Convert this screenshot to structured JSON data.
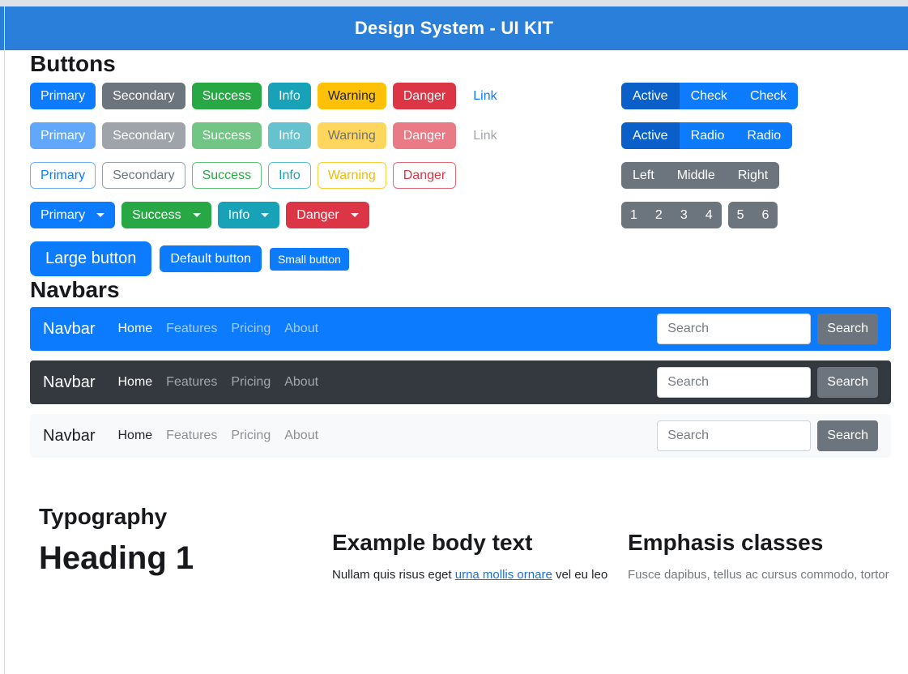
{
  "header": {
    "title": "Design System - UI KIT"
  },
  "colors": {
    "header_bg": "#2a7fdb",
    "primary": "#0d7bfd",
    "primary_active": "#0b5fc9",
    "secondary": "#6c757d",
    "success": "#28a745",
    "info": "#17a2b8",
    "warning": "#ffc107",
    "danger": "#dc3545",
    "navbar_dark_bg": "#33393f",
    "navbar_light_bg": "#f8f9fa",
    "link": "#1d6fe0"
  },
  "buttons_section": {
    "title": "Buttons",
    "solid": [
      "Primary",
      "Secondary",
      "Success",
      "Info",
      "Warning",
      "Danger"
    ],
    "link_label": "Link",
    "disabled": [
      "Primary",
      "Secondary",
      "Success",
      "Info",
      "Warning",
      "Danger"
    ],
    "disabled_link_label": "Link",
    "outline": [
      "Primary",
      "Secondary",
      "Success",
      "Info",
      "Warning",
      "Danger"
    ],
    "dropdowns": [
      "Primary",
      "Success",
      "Info",
      "Danger"
    ],
    "sizes": [
      "Large button",
      "Default button",
      "Small button"
    ],
    "groups": {
      "check": [
        "Active",
        "Check",
        "Check"
      ],
      "radio": [
        "Active",
        "Radio",
        "Radio"
      ],
      "positions": [
        "Left",
        "Middle",
        "Right"
      ],
      "pagination_a": [
        "1",
        "2",
        "3",
        "4"
      ],
      "pagination_b": [
        "5",
        "6"
      ]
    }
  },
  "navbars_section": {
    "title": "Navbars",
    "brand": "Navbar",
    "links": [
      "Home",
      "Features",
      "Pricing",
      "About"
    ],
    "search_placeholder": "Search",
    "search_button": "Search"
  },
  "typography_section": {
    "title": "Typography",
    "heading1": "Heading 1",
    "body": {
      "title": "Example body text",
      "text_before": "Nullam quis risus eget ",
      "link": "urna mollis ornare",
      "text_after": " vel eu leo"
    },
    "emphasis": {
      "title": "Emphasis classes",
      "text": "Fusce dapibus, tellus ac cursus commodo, tortor"
    }
  }
}
